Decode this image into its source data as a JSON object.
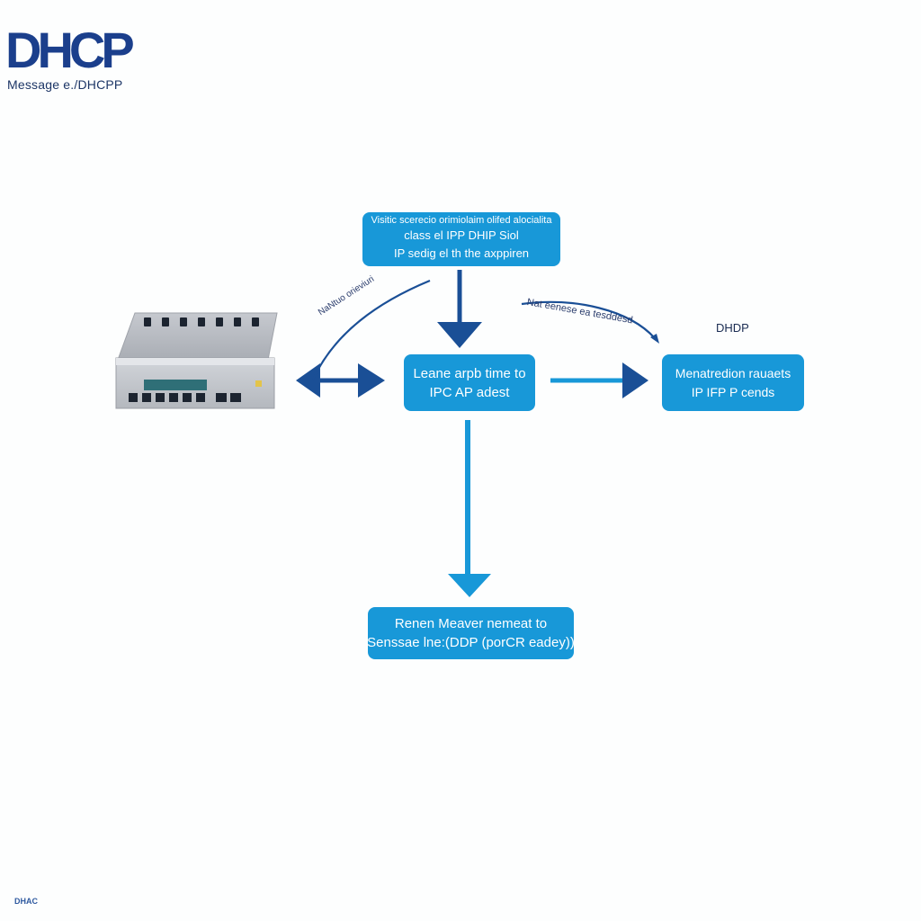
{
  "header": {
    "title": "DHCP",
    "subtitle": "Message e./DHCPP"
  },
  "diagram": {
    "top_box": {
      "line1": "Visitic scerecio orimiolaim olifed alocialita",
      "line2": "class el IPP DHIP Siol",
      "line3": "IP sedig el th the axppiren"
    },
    "center_box": {
      "line1": "Leane arpb time to",
      "line2": "IPC AP adest"
    },
    "right_box": {
      "line1": "Menatredion rauaets",
      "line2": "IP IFP P cends"
    },
    "bottom_box": {
      "line1": "Renen Meaver nemeat to",
      "line2": "Senssae lne:(DDP (porCR eadey))"
    },
    "labels": {
      "left_arc": "NaNtuo   orieviuri",
      "right_arc": "Nat eenese ea tesddesd",
      "right_title": "DHDP"
    },
    "icons": {
      "device": "network-switch-icon"
    },
    "colors": {
      "box_fill": "#1898d8",
      "arrow_dark": "#1a4f96",
      "arrow_light": "#1898d8",
      "title": "#1b3f8c"
    }
  },
  "footer": {
    "mark": "DHAC"
  }
}
